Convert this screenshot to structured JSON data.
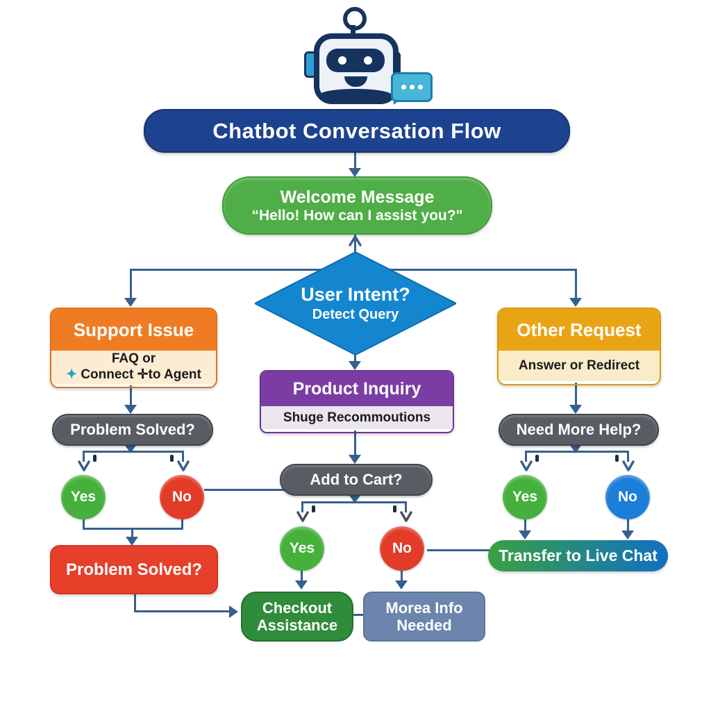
{
  "colors": {
    "title_bar_blue": "#1d4390",
    "welcome_green": "#4fae47",
    "intent_diamond_blue": "#1486d0",
    "support_orange": "#ef7c24",
    "support_body_cream": "#fbecd3",
    "other_amber": "#e9a414",
    "other_body_cream": "#faebc9",
    "product_purple": "#7b3da3",
    "product_body_lavender": "#eae5ee",
    "gray_pill": "#575d63",
    "yes_green": "#45b13c",
    "no_red": "#e23b27",
    "no_blue": "#1b7ed8",
    "problem_red_box": "#e6402b",
    "transfer_gradient_start": "#3aa043",
    "transfer_gradient_end": "#1170c2",
    "checkout_green": "#2f8c3b",
    "more_info_slate": "#6b85ac",
    "connector_blue": "#35608e"
  },
  "header": {
    "title": "Chatbot Conversation Flow"
  },
  "labels": {
    "yes": "Yes",
    "no": "No"
  },
  "nodes": {
    "welcome": {
      "title": "Welcome Message",
      "subtitle": "“Hello! How can I assist you?\""
    },
    "user_intent": {
      "title": "User Intent?",
      "subtitle": "Detect Query"
    },
    "support_issue": {
      "title": "Support Issue",
      "body_line1": "FAQ or",
      "sparkle_icon": "✦",
      "body_line2": "Connect ✛to Agent"
    },
    "other_request": {
      "title": "Other Request",
      "body": "Answer or Redirect"
    },
    "product_inquiry": {
      "title": "Product Inquiry",
      "body": "Shuge Recommoutions"
    },
    "problem_solved_pill": {
      "label": "Problem Solved?"
    },
    "need_more_help": {
      "label": "Need More Help?"
    },
    "add_to_cart": {
      "label": "Add to Cart?"
    },
    "problem_solved_box": {
      "label": "Problem Solved?"
    },
    "transfer_live_chat": {
      "label": "Transfer to Live Chat"
    },
    "checkout_assistance": {
      "line1": "Checkout",
      "line2": "Assistance"
    },
    "more_info_needed": {
      "line1": "Morea Info",
      "line2": "Needed"
    }
  }
}
